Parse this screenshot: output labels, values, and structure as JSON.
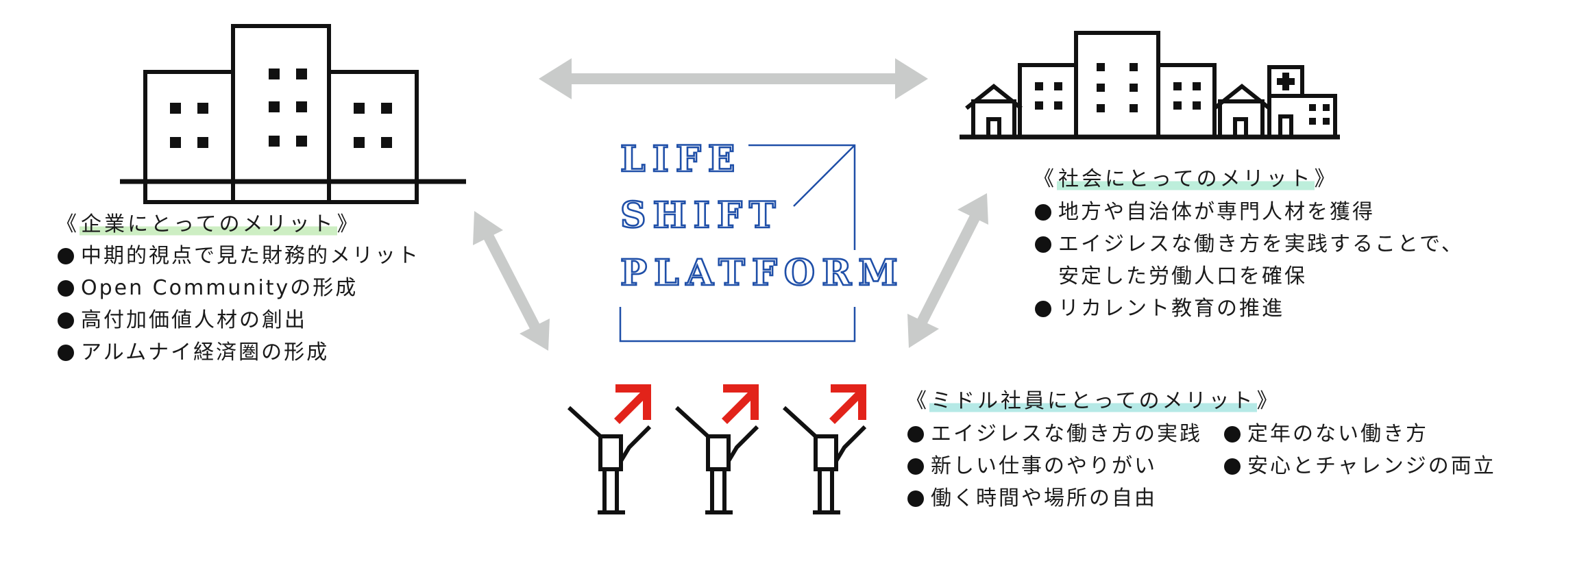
{
  "colors": {
    "accent_red": "#e2231a",
    "logo_blue": "#1f4fa8",
    "arrow_gray": "#c9cbca",
    "highlight_company": "#cdeec3",
    "highlight_society": "#bdeedb",
    "highlight_middle": "#b5e9e6"
  },
  "logo": {
    "line1": "LIFE",
    "line2": "SHIFT",
    "line3": "PLATFORM"
  },
  "company": {
    "icon": "office-buildings-icon",
    "heading_open": "《",
    "heading": "企業にとってのメリット",
    "heading_close": "》",
    "items": [
      "中期的視点で見た財務的メリット",
      "Open Communityの形成",
      "高付加価値人材の創出",
      "アルムナイ経済圏の形成"
    ]
  },
  "society": {
    "icon": "town-buildings-icon",
    "heading_open": "《",
    "heading": "社会にとってのメリット",
    "heading_close": "》",
    "items": [
      "地方や自治体が専門人材を獲得",
      "エイジレスな働き方を実践することで、",
      "安定した労働人口を確保",
      "リカレント教育の推進"
    ]
  },
  "employees": {
    "icon": "employees-rising-arrow-icon",
    "heading_open": "《",
    "heading": "ミドル社員にとってのメリット",
    "heading_close": "》",
    "items_left": [
      "エイジレスな働き方の実践",
      "新しい仕事のやりがい",
      "働く時間や場所の自由"
    ],
    "items_right": [
      "定年のない働き方",
      "安心とチャレンジの両立"
    ]
  }
}
